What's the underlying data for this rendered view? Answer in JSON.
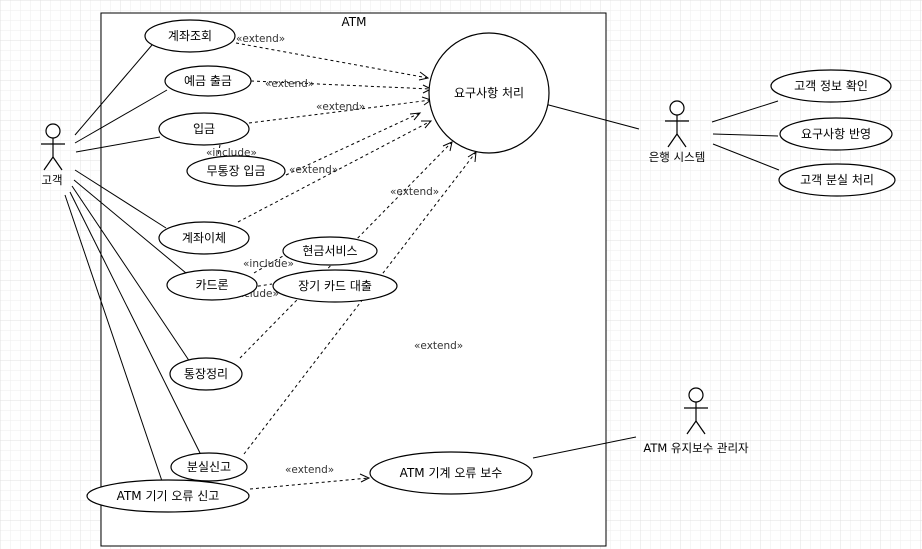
{
  "system": {
    "title": "ATM"
  },
  "actors": {
    "customer": "고객",
    "bank": "은행 시스템",
    "maintainer": "ATM 유지보수 관리자"
  },
  "use_cases": {
    "account_inquiry": "계좌조회",
    "withdraw": "예금 출금",
    "deposit": "입금",
    "bankbook_free_deposit": "무통장 입금",
    "transfer": "계좌이체",
    "card_loan": "카드론",
    "cash_service": "현금서비스",
    "long_term_card_loan": "장기 카드 대출",
    "passbook_update": "통장정리",
    "loss_report": "분실신고",
    "atm_error_report": "ATM 기기 오류 신고",
    "process_request": "요구사항 처리",
    "atm_error_repair": "ATM 기계 오류 보수",
    "verify_customer_info": "고객 정보 확인",
    "apply_request": "요구사항 반영",
    "handle_loss": "고객 분실 처리"
  },
  "stereotypes": {
    "extend": "«extend»",
    "include": "«include»"
  }
}
